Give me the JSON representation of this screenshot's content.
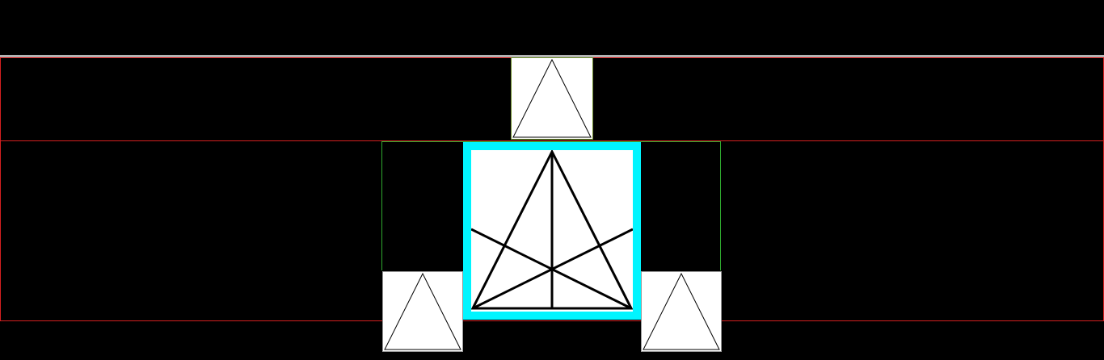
{
  "canvas": {
    "background": "#000000",
    "divider_color": "#b4b4b4",
    "row_border_color": "#d42020",
    "selected_highlight_color": "#00f5ff",
    "frame_color": "#2fa82f"
  },
  "tiles": [
    {
      "id": "top",
      "shape": "triangle-icon",
      "selected": false
    },
    {
      "id": "center",
      "shape": "triangle-medians-icon",
      "selected": true
    },
    {
      "id": "left",
      "shape": "triangle-icon",
      "selected": false
    },
    {
      "id": "right",
      "shape": "triangle-icon",
      "selected": false
    }
  ]
}
